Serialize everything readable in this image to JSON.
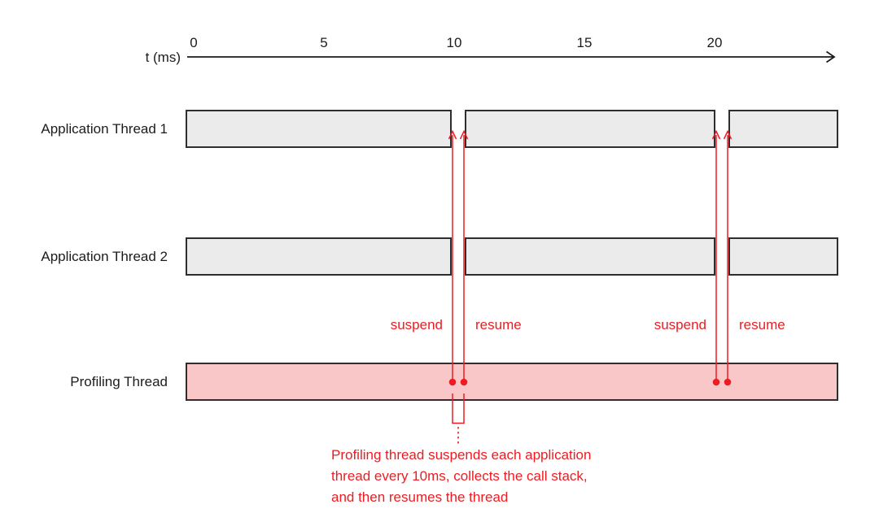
{
  "colors": {
    "red": "#ee1c22",
    "pink": "#fac7c9",
    "gray": "#ebebeb",
    "bar_border": "#2e2e2e",
    "axis": "#1a1a1a",
    "label_text": "#1c1c1e",
    "background": "#ffffff"
  },
  "axis": {
    "label": "t (ms)",
    "ticks": [
      "0",
      "5",
      "10",
      "15",
      "20"
    ]
  },
  "rows": [
    {
      "label": "Application Thread 1"
    },
    {
      "label": "Application Thread 2"
    },
    {
      "label": "Profiling Thread"
    }
  ],
  "events": [
    {
      "suspend_label": "suspend",
      "resume_label": "resume"
    },
    {
      "suspend_label": "suspend",
      "resume_label": "resume"
    }
  ],
  "annotation": {
    "lines": [
      "Profiling thread suspends each application",
      "thread every 10ms, collects the call stack,",
      "and then resumes the thread"
    ],
    "text": "Profiling thread suspends each application thread every 10ms, collects the call stack, and then resumes the thread"
  },
  "chart_data": {
    "type": "timeline",
    "title": "",
    "time_axis": {
      "label": "t (ms)",
      "ticks": [
        0,
        5,
        10,
        15,
        20
      ],
      "range": [
        0,
        25
      ]
    },
    "rows": [
      {
        "name": "Application Thread 1",
        "kind": "application",
        "running_ms": [
          [
            0,
            10
          ],
          [
            10.4,
            20
          ],
          [
            20.5,
            25
          ]
        ],
        "suspended_ms": [
          [
            10,
            10.4
          ],
          [
            20,
            20.5
          ]
        ]
      },
      {
        "name": "Application Thread 2",
        "kind": "application",
        "running_ms": [
          [
            0,
            10
          ],
          [
            10.4,
            20
          ],
          [
            20.5,
            25
          ]
        ],
        "suspended_ms": [
          [
            10,
            10.4
          ],
          [
            20,
            20.5
          ]
        ]
      },
      {
        "name": "Profiling Thread",
        "kind": "profiling",
        "running_ms": [
          [
            0,
            25
          ]
        ]
      }
    ],
    "events": [
      {
        "t_ms": 10,
        "suspend": "suspend",
        "resume": "resume",
        "targets": "application threads"
      },
      {
        "t_ms": 20,
        "suspend": "suspend",
        "resume": "resume",
        "targets": "application threads"
      }
    ],
    "annotation": "Profiling thread suspends each application thread every 10ms, collects the call stack, and then resumes the thread",
    "legend": "none",
    "grid": false
  }
}
